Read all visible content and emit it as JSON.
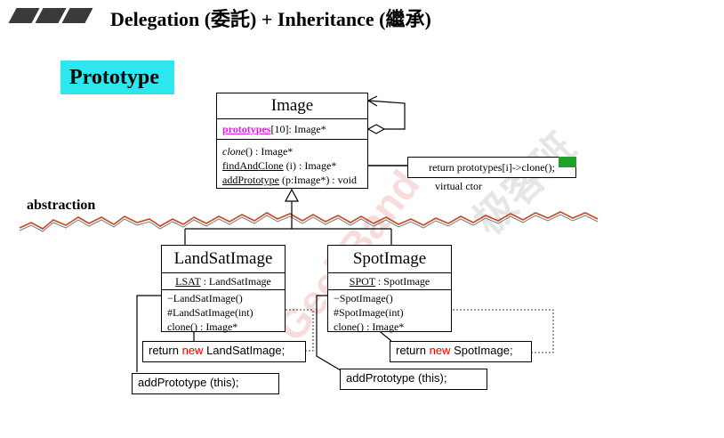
{
  "title": "Delegation (委託) + Inheritance (繼承)",
  "pattern": "Prototype",
  "abstraction_label": "abstraction",
  "watermark": {
    "text": "GeekBand",
    "cjk": "极客班"
  },
  "image_class": {
    "name": "Image",
    "attr_name": "prototypes",
    "attr_rest": "[10]: Image*",
    "op_clone_name": "clone",
    "op_clone_rest": "() : Image*",
    "op_find_name": "findAndClone",
    "op_find_rest": " (i) : Image*",
    "op_add_name": "addPrototype",
    "op_add_rest": " (p:Image*) : void"
  },
  "note": {
    "text": "return prototypes[i]->clone();",
    "caption": "virtual ctor"
  },
  "landsat_class": {
    "name": "LandSatImage",
    "attr_name": "LSAT",
    "attr_rest": " : LandSatImage",
    "op1": "−LandSatImage()",
    "op2": "#LandSatImage(int)",
    "op3": "clone() : Image*"
  },
  "spot_class": {
    "name": "SpotImage",
    "attr_name": "SPOT",
    "attr_rest": " : SpotImage",
    "op1": "−SpotImage()",
    "op2": "#SpotImage(int)",
    "op3": "clone() : Image*"
  },
  "code": {
    "return_kw": "return",
    "new_kw": "new",
    "landsat_type": "LandSatImage;",
    "spot_type": "SpotImage;",
    "landsat_add": "addPrototype (this);",
    "spot_add": "addPrototype (this);"
  }
}
